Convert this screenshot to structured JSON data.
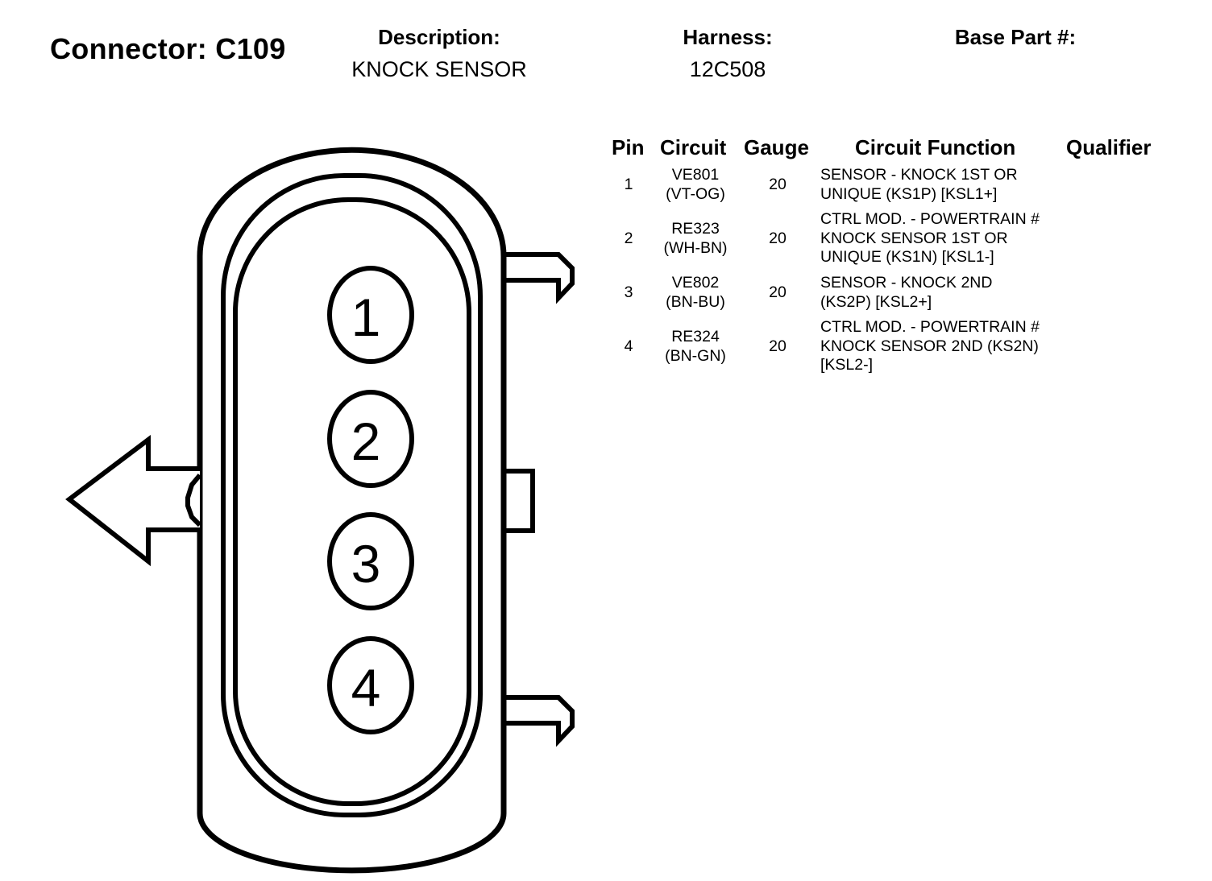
{
  "header": {
    "connector_title": "Connector: C109",
    "description_label": "Description:",
    "description_value": "KNOCK SENSOR",
    "harness_label": "Harness:",
    "harness_value": "12C508",
    "base_part_label": "Base Part #:",
    "base_part_value": ""
  },
  "table": {
    "headers": {
      "pin": "Pin",
      "circuit": "Circuit",
      "gauge": "Gauge",
      "function": "Circuit Function",
      "qualifier": "Qualifier"
    },
    "rows": [
      {
        "pin": "1",
        "circuit": "VE801",
        "color": "(VT-OG)",
        "gauge": "20",
        "function": "SENSOR - KNOCK 1ST OR\nUNIQUE (KS1P) [KSL1+]",
        "qualifier": ""
      },
      {
        "pin": "2",
        "circuit": "RE323",
        "color": "(WH-BN)",
        "gauge": "20",
        "function": "CTRL MOD. - POWERTRAIN #\nKNOCK SENSOR 1ST OR\nUNIQUE (KS1N) [KSL1-]",
        "qualifier": ""
      },
      {
        "pin": "3",
        "circuit": "VE802",
        "color": "(BN-BU)",
        "gauge": "20",
        "function": "SENSOR - KNOCK 2ND\n(KS2P) [KSL2+]",
        "qualifier": ""
      },
      {
        "pin": "4",
        "circuit": "RE324",
        "color": "(BN-GN)",
        "gauge": "20",
        "function": "CTRL MOD. - POWERTRAIN #\nKNOCK SENSOR 2ND (KS2N)\n[KSL2-]",
        "qualifier": ""
      }
    ]
  },
  "connector_pins": [
    "1",
    "2",
    "3",
    "4"
  ]
}
